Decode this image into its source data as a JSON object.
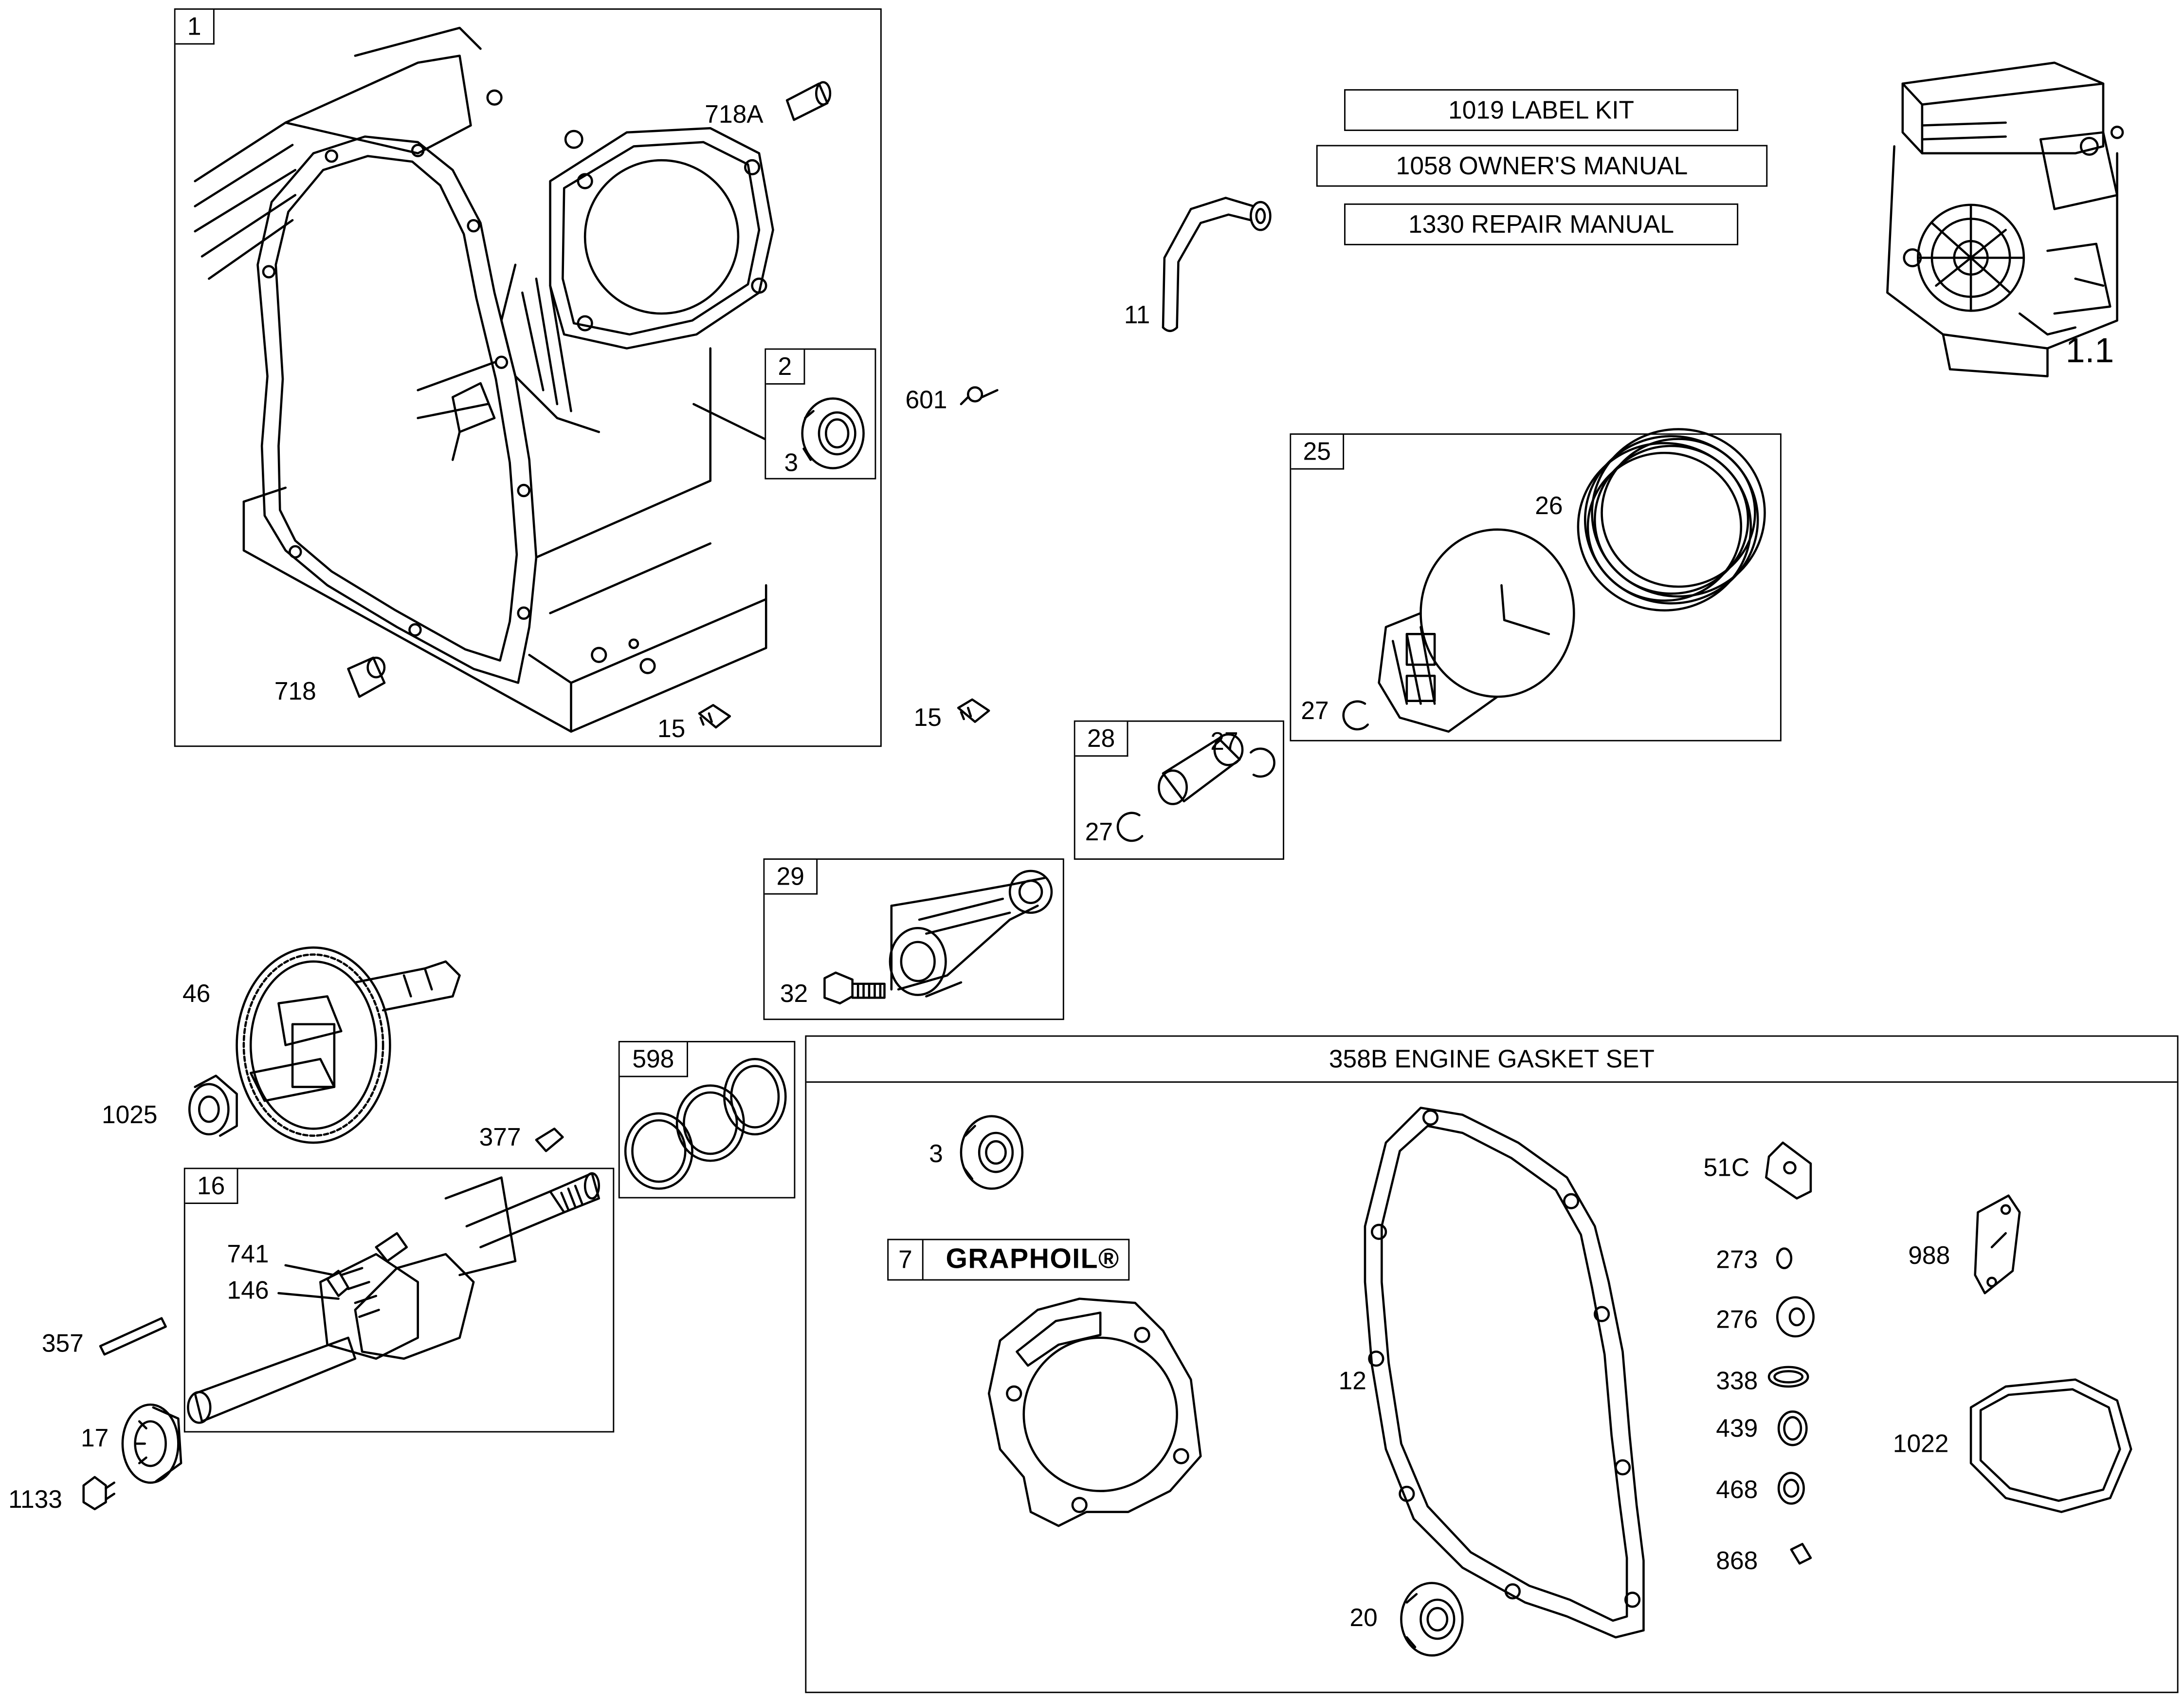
{
  "kits": {
    "label_kit": "1019 LABEL KIT",
    "owners_manual": "1058 OWNER'S MANUAL",
    "repair_manual": "1330 REPAIR MANUAL"
  },
  "gasket_set": {
    "title": "358B ENGINE GASKET SET"
  },
  "graphoil": {
    "number": "7",
    "text": "GRAPHOIL®"
  },
  "engine_ref": "1.1",
  "group_numbers": {
    "g1": "1",
    "g2": "2",
    "g25": "25",
    "g28": "28",
    "g29": "29",
    "g598": "598",
    "g16": "16"
  },
  "callouts": {
    "c718a": "718A",
    "c3a": "3",
    "c601": "601",
    "c718": "718",
    "c15a": "15",
    "c15b": "15",
    "c11": "11",
    "c26": "26",
    "c27a": "27",
    "c27b": "27",
    "c27c": "27",
    "c32": "32",
    "c46": "46",
    "c1025": "1025",
    "c377": "377",
    "c741": "741",
    "c146": "146",
    "c357": "357",
    "c17": "17",
    "c1133": "1133",
    "c3b": "3",
    "c12": "12",
    "c20": "20",
    "c51c": "51C",
    "c273": "273",
    "c276": "276",
    "c338": "338",
    "c439": "439",
    "c468": "468",
    "c868": "868",
    "c988": "988",
    "c1022": "1022"
  }
}
